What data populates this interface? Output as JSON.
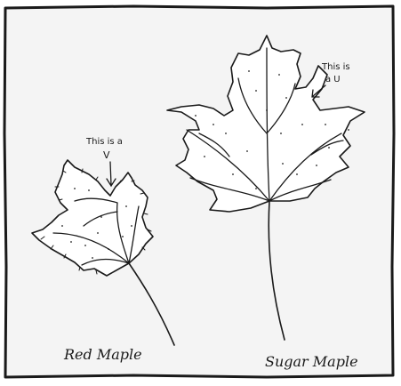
{
  "colors": {
    "ink": "#1a1a1a",
    "paper": "#f4f4f4",
    "background": "#ffffff"
  },
  "annotations": {
    "red_maple_note": "This is a",
    "red_maple_note_letter": "V",
    "sugar_maple_note_line1": "This is",
    "sugar_maple_note_line2": "a U"
  },
  "labels": {
    "red_maple": "Red Maple",
    "sugar_maple": "Sugar Maple"
  }
}
